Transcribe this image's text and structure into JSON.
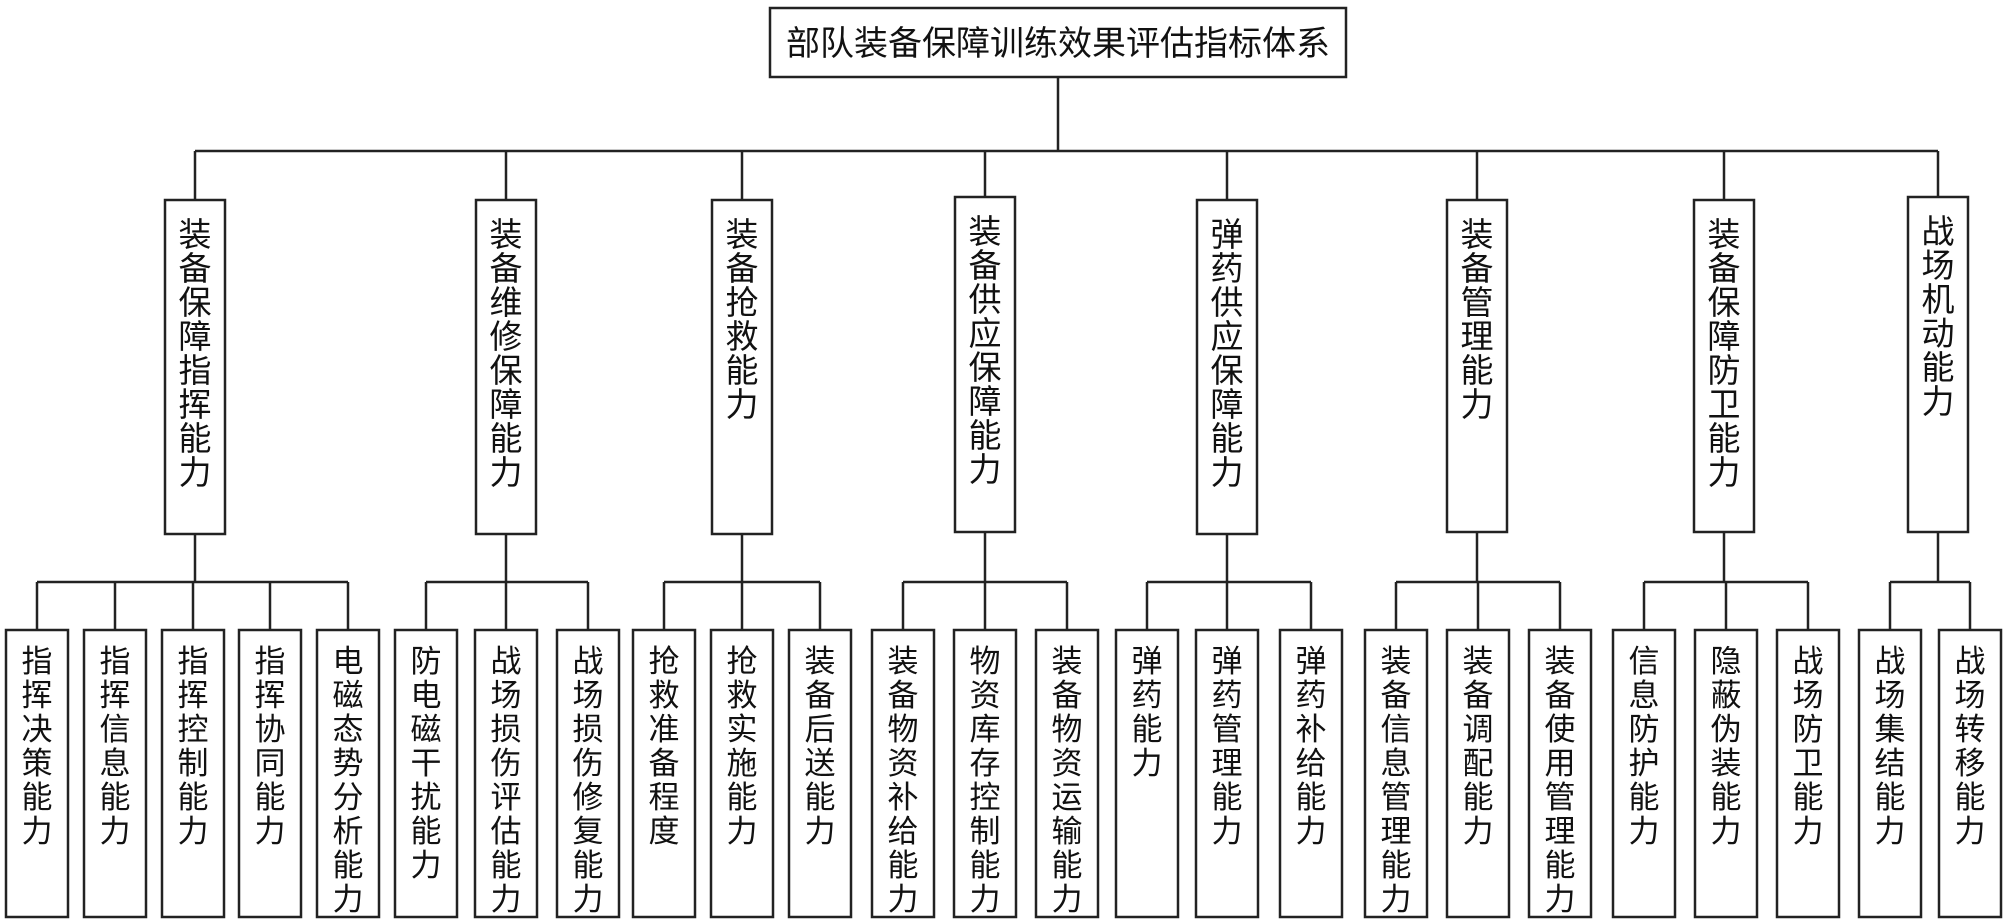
{
  "root": {
    "label": "部队装备保障训练效果评估指标体系"
  },
  "categories": [
    {
      "label": "装备保障指挥能力",
      "items": [
        "指挥决策能力",
        "指挥信息能力",
        "指挥控制能力",
        "指挥协同能力",
        "电磁态势分析能力"
      ]
    },
    {
      "label": "装备维修保障能力",
      "items": [
        "防电磁干扰能力",
        "战场损伤评估能力",
        "战场损伤修复能力"
      ]
    },
    {
      "label": "装备抢救能力",
      "items": [
        "抢救准备程度",
        "抢救实施能力",
        "装备后送能力"
      ]
    },
    {
      "label": "装备供应保障能力",
      "items": [
        "装备物资补给能力",
        "物资库存控制能力",
        "装备物资运输能力"
      ]
    },
    {
      "label": "弹药供应保障能力",
      "items": [
        "弹药能力",
        "弹药管理能力",
        "弹药补给能力"
      ]
    },
    {
      "label": "装备管理能力",
      "items": [
        "装备信息管理能力",
        "装备调配能力",
        "装备使用管理能力"
      ]
    },
    {
      "label": "装备保障防卫能力",
      "items": [
        "信息防护能力",
        "隐蔽伪装能力",
        "战场防卫能力"
      ]
    },
    {
      "label": "战场机动能力",
      "items": [
        "战场集结能力",
        "战场转移能力"
      ]
    }
  ]
}
